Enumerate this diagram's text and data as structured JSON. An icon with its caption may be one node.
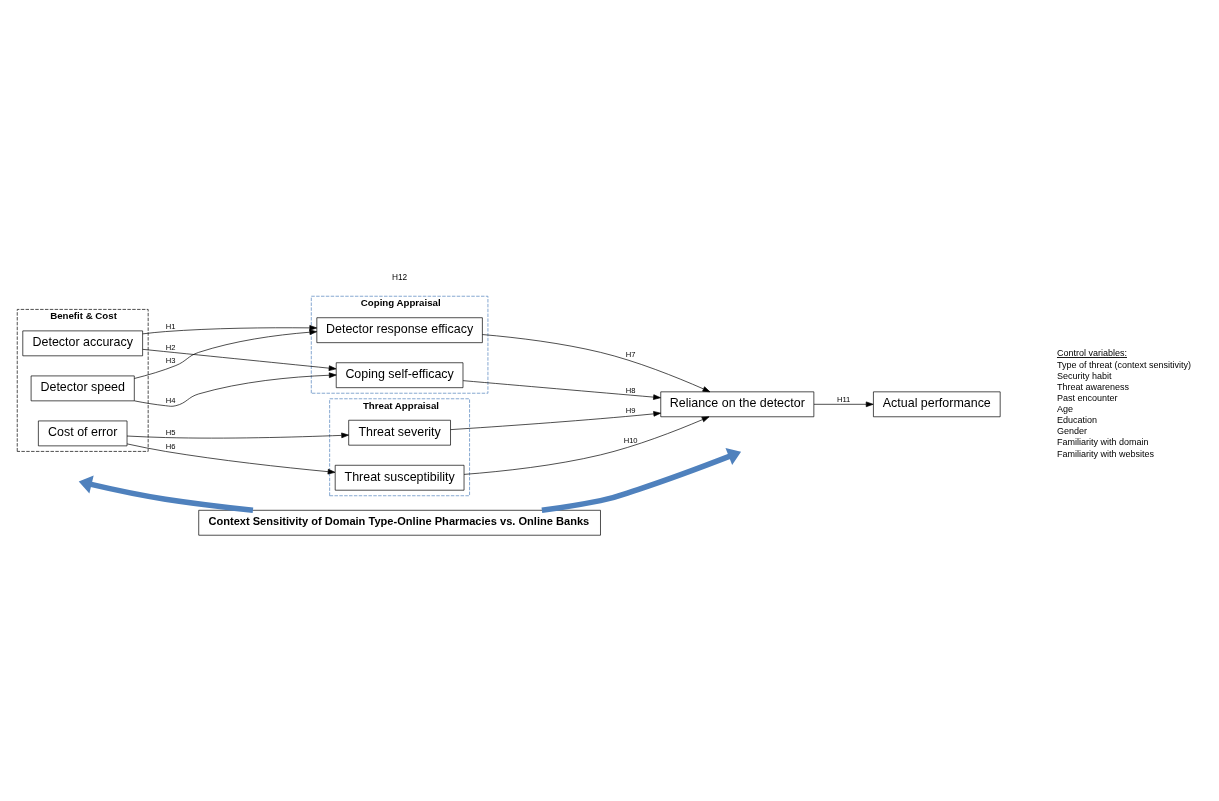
{
  "diagram": {
    "nodes": [
      {
        "text": [
          "Context Sensitivity of Domain Type-Online Pharmacies vs. Online Banks"
        ]
      },
      {
        "text": [
          "Benefit & Cost"
        ]
      },
      {
        "text": [
          "Detector accuracy"
        ],
        "in": 1
      },
      {
        "text": [
          "Detector speed"
        ],
        "in": 1
      },
      {
        "text": [
          "Cost of error"
        ],
        "in": 1
      },
      {
        "text": [
          "Coping Appraisal"
        ]
      },
      {
        "text": [
          "Detector response efficacy"
        ],
        "in": 5
      },
      {
        "text": [
          "Coping self-efficacy"
        ],
        "in": 5
      },
      {
        "text": [
          "Threat Appraisal"
        ]
      },
      {
        "text": [
          "Threat severity"
        ],
        "in": 8
      },
      {
        "text": [
          "Threat susceptibility"
        ],
        "in": 8
      },
      {
        "text": [
          "Reliance on the detector"
        ]
      },
      {
        "text": [
          "Actual performance"
        ]
      }
    ],
    "edges": [
      {
        "from": 0,
        "to": null,
        "arrow": "to",
        "style": "thick",
        "color": "#4f81bd"
      },
      {
        "from": 0,
        "to": null,
        "arrow": "to",
        "style": "thick",
        "color": "#4f81bd"
      },
      {
        "from": 2,
        "to": 6,
        "arrow": "to",
        "label": "H1"
      },
      {
        "from": 2,
        "to": 7,
        "arrow": "to",
        "label": "H2"
      },
      {
        "from": 3,
        "to": 6,
        "arrow": "to",
        "label": "H3"
      },
      {
        "from": 3,
        "to": 7,
        "arrow": "to",
        "label": "H4"
      },
      {
        "from": 4,
        "to": 9,
        "arrow": "to",
        "label": "H5"
      },
      {
        "from": 4,
        "to": 10,
        "arrow": "to",
        "label": "H6"
      },
      {
        "from": 6,
        "to": 11,
        "arrow": "to",
        "label": "H7"
      },
      {
        "from": 7,
        "to": 11,
        "arrow": "to",
        "label": "H8"
      },
      {
        "from": 9,
        "to": 11,
        "arrow": "to",
        "label": "H9"
      },
      {
        "from": 10,
        "to": 11,
        "arrow": "to",
        "label": "H10"
      },
      {
        "from": 11,
        "to": 12,
        "arrow": "to",
        "label": "H11"
      }
    ],
    "labels": [
      "H12",
      "Control variables:",
      "Type of threat (context sensitivity)",
      "Security habit",
      "Threat awareness",
      "Past encounter",
      "Age",
      "Education",
      "Gender",
      "Familiarity with domain",
      "Familiarity with websites"
    ]
  }
}
